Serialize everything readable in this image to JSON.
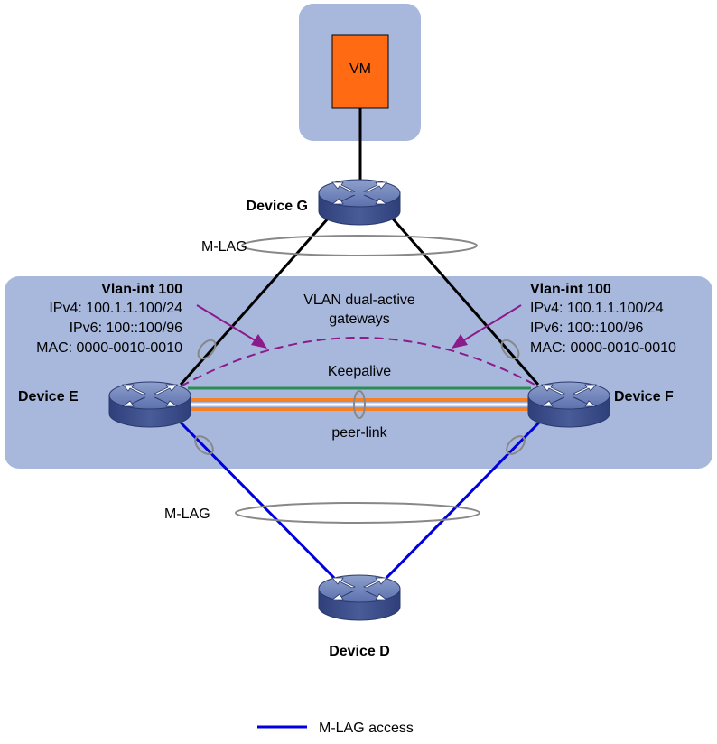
{
  "vm": {
    "label": "VM"
  },
  "devices": {
    "g": {
      "name": "Device G"
    },
    "e": {
      "name": "Device E"
    },
    "f": {
      "name": "Device F"
    },
    "d": {
      "name": "Device D"
    }
  },
  "mlag_top_label": "M-LAG",
  "mlag_bottom_label": "M-LAG",
  "gateway_label_line1": "VLAN dual-active",
  "gateway_label_line2": "gateways",
  "keepalive_label": "Keepalive",
  "peerlink_label": "peer-link",
  "left_info": {
    "title": "Vlan-int 100",
    "ipv4": "IPv4: 100.1.1.100/24",
    "ipv6": "IPv6: 100::100/96",
    "mac": "MAC: 0000-0010-0010"
  },
  "right_info": {
    "title": "Vlan-int 100",
    "ipv4": "IPv4: 100.1.1.100/24",
    "ipv6": "IPv6: 100::100/96",
    "mac": "MAC: 0000-0010-0010"
  },
  "legend": {
    "label": "M-LAG access",
    "color": "#0000dd"
  },
  "colors": {
    "region": "#a8b8dc",
    "vm_fill": "#ff6a13",
    "keepalive": "#2e8b57",
    "peerlink": "#f58025",
    "gateway_arc": "#8b1a8b",
    "access_link": "#0000dd",
    "uplink": "#000000",
    "ellipse": "#888888"
  }
}
